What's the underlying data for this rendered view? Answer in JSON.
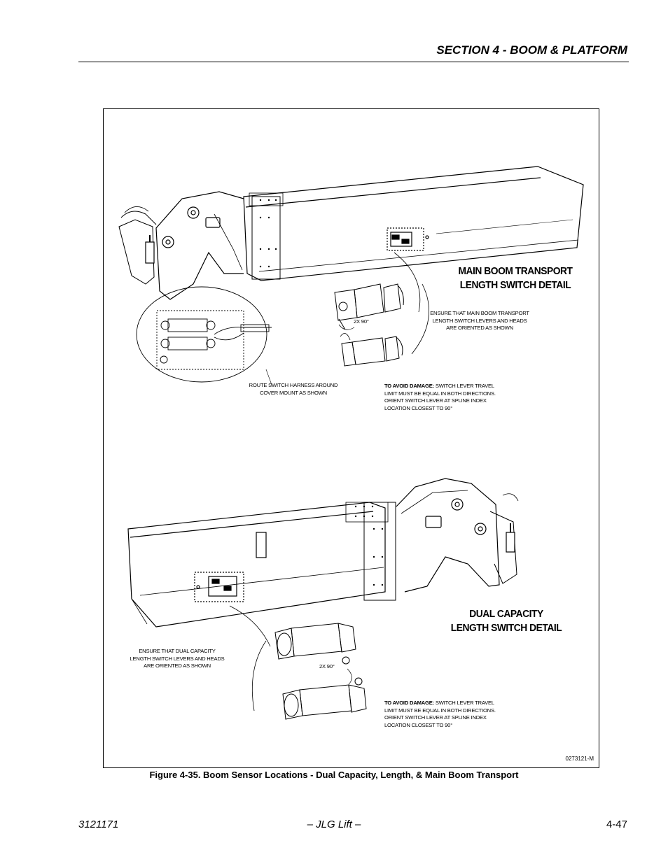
{
  "header": {
    "section_title": "SECTION 4 - BOOM & PLATFORM"
  },
  "figure": {
    "main_boom_title": [
      "MAIN BOOM TRANSPORT",
      "LENGTH SWITCH DETAIL"
    ],
    "main_boom_notes": {
      "ensure": [
        "ENSURE THAT MAIN BOOM TRANSPORT",
        "LENGTH SWITCH LEVERS AND HEADS",
        "ARE ORIENTED AS SHOWN"
      ],
      "route": [
        "ROUTE SWITCH HARNESS AROUND",
        "COVER MOUNT AS SHOWN"
      ],
      "rotation": "2X 90°",
      "damage_label": "TO AVOID DAMAGE:",
      "damage": [
        " SWITCH LEVER TRAVEL",
        "LIMIT MUST BE EQUAL IN BOTH DIRECTIONS.",
        "ORIENT SWITCH LEVER AT SPLINE INDEX",
        "LOCATION CLOSEST TO 90°"
      ]
    },
    "dual_capacity_title": [
      "DUAL CAPACITY",
      "LENGTH SWITCH DETAIL"
    ],
    "dual_capacity_notes": {
      "ensure": [
        "ENSURE THAT DUAL CAPACITY",
        "LENGTH SWITCH LEVERS AND HEADS",
        "ARE ORIENTED AS SHOWN"
      ],
      "rotation": "2X 90°",
      "damage_label": "TO AVOID DAMAGE:",
      "damage": [
        " SWITCH LEVER TRAVEL",
        "LIMIT MUST BE EQUAL IN BOTH DIRECTIONS.",
        "ORIENT SWITCH LEVER AT SPLINE INDEX",
        "LOCATION CLOSEST TO 90°"
      ]
    },
    "drawing_number": "0273121-M",
    "caption": "Figure 4-35.  Boom Sensor Locations - Dual Capacity, Length, & Main Boom Transport"
  },
  "footer": {
    "doc_number": "3121171",
    "publisher": "– JLG Lift –",
    "page_number": "4-47"
  }
}
